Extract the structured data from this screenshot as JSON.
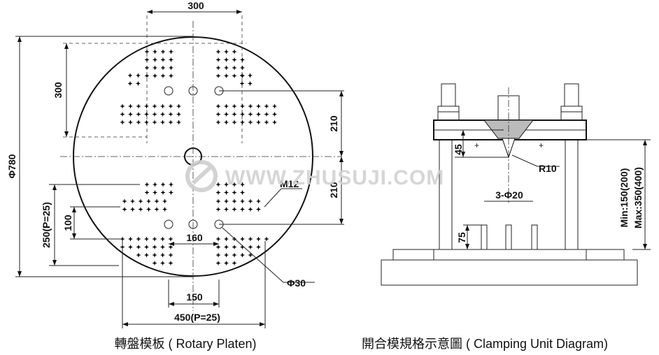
{
  "rotary": {
    "dim_top": "300",
    "dim_phi": "Φ780",
    "dim_side_300": "300",
    "dim_210_upper": "210",
    "dim_210_lower": "210",
    "dim_m12": "M12",
    "dim_100": "100",
    "dim_250": "250(P=25)",
    "dim_160": "160",
    "dim_phi30": "Φ30",
    "dim_150": "150",
    "dim_450": "450(P=25)",
    "caption": "轉盤模板 ( Rotary  Platen)"
  },
  "clamping": {
    "dim_45": "45",
    "dim_r10": "R10",
    "dim_3phi20": "3-Φ20",
    "dim_75": "75",
    "dim_min": "Min:150(200)",
    "dim_max": "Max:350(400)",
    "caption": "開合模規格示意圖 ( Clamping  Unit Diagram)"
  },
  "watermark": {
    "text": "WWW.ZHUSUJI.COM"
  }
}
